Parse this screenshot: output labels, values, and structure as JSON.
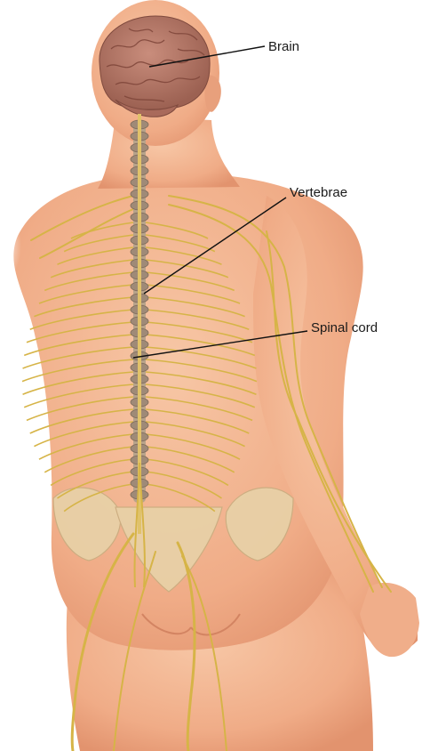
{
  "labels": {
    "brain": "Brain",
    "vertebrae": "Vertebrae",
    "spinal_cord": "Spinal cord"
  },
  "colors": {
    "skin": "#f2b491",
    "skin_shadow": "#e39a78",
    "brain": "#b87a6a",
    "brain_fold": "#8e564a",
    "nerve": "#d7b54a",
    "bone": "#e8d2a8",
    "vertebra": "#a08a76"
  }
}
